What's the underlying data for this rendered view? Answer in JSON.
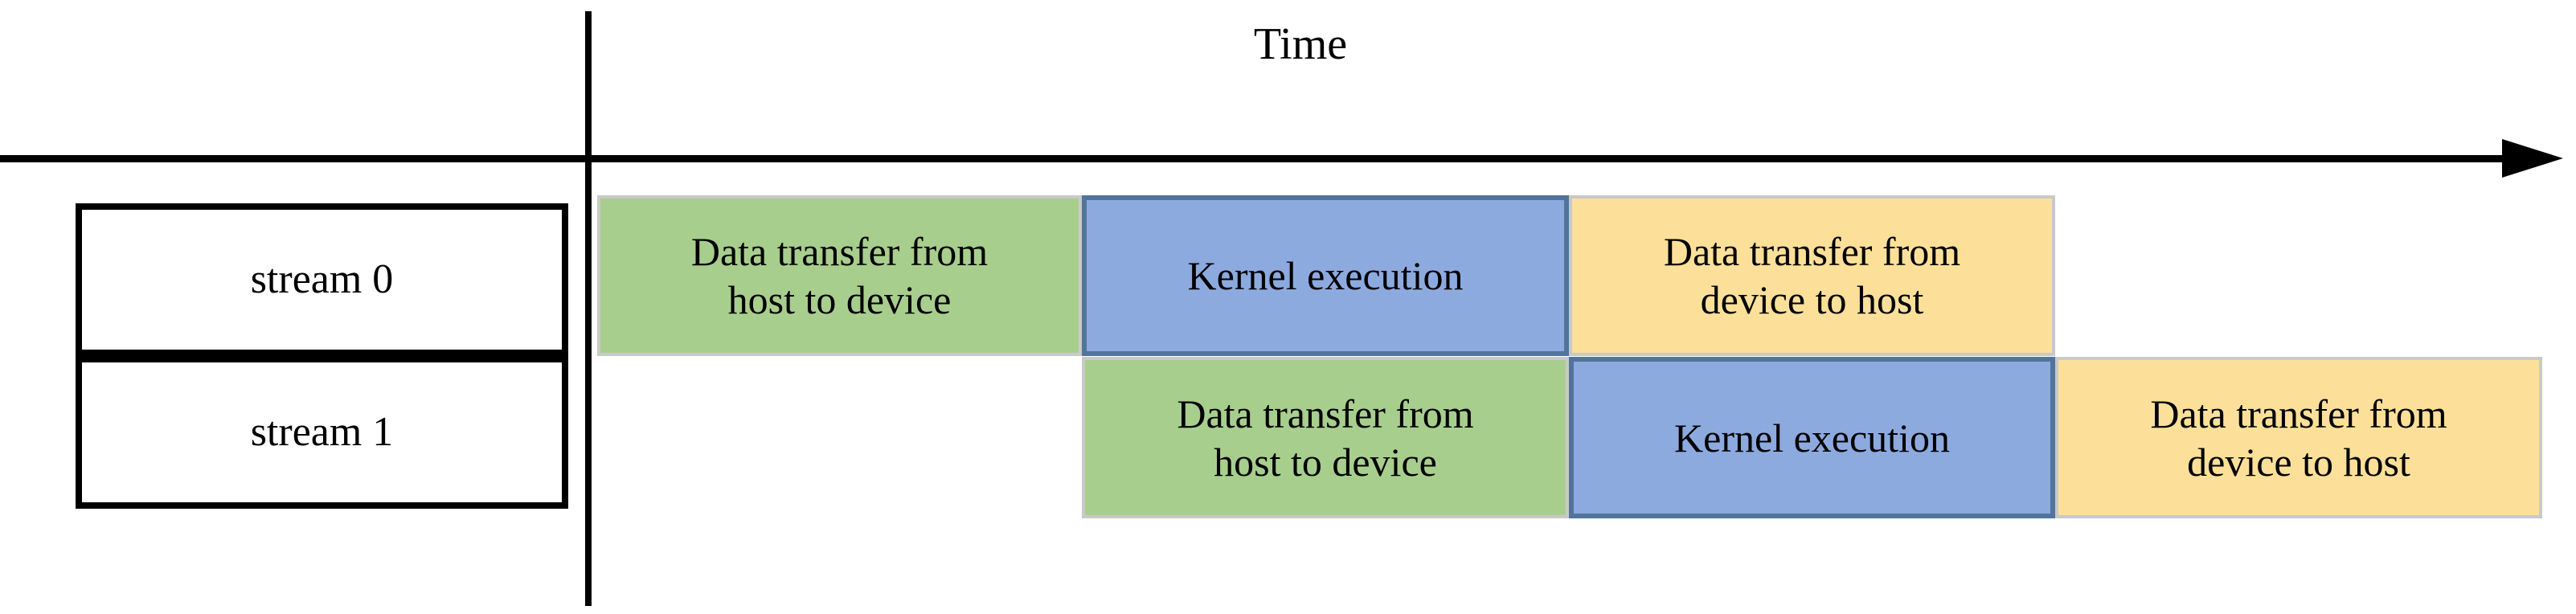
{
  "diagram": {
    "title_axis_label": "Time",
    "colors": {
      "data_transfer_h2d": "#a8ce8e",
      "kernel_execution": "#8daadf",
      "data_transfer_d2h": "#fce09a",
      "kernel_border": "#52749b",
      "transfer_border": "#c9c9c9",
      "axis": "#000000",
      "background": "#ffffff"
    },
    "streams": [
      {
        "label": "stream 0"
      },
      {
        "label": "stream 1"
      }
    ],
    "blocks": [
      {
        "stream": 0,
        "kind": "data-transfer-host-to-device",
        "label": "Data transfer from\nhost to device"
      },
      {
        "stream": 0,
        "kind": "kernel-execution",
        "label": "Kernel execution"
      },
      {
        "stream": 0,
        "kind": "data-transfer-device-to-host",
        "label": "Data transfer from\ndevice to host"
      },
      {
        "stream": 1,
        "kind": "data-transfer-host-to-device",
        "label": "Data transfer from\nhost to device"
      },
      {
        "stream": 1,
        "kind": "kernel-execution",
        "label": "Kernel execution"
      },
      {
        "stream": 1,
        "kind": "data-transfer-device-to-host",
        "label": "Data transfer from\ndevice to host"
      }
    ]
  },
  "chart_data": {
    "type": "bar",
    "title": "",
    "xlabel": "Time",
    "ylabel": "",
    "grid": false,
    "legend": "none",
    "orientation": "horizontal-gantt",
    "categories": [
      "stream 0",
      "stream 1"
    ],
    "series": [
      {
        "name": "Data transfer from host to device",
        "color": "#a8ce8e",
        "bars": [
          {
            "category": "stream 0",
            "start": 0,
            "end": 1
          },
          {
            "category": "stream 1",
            "start": 1,
            "end": 2
          }
        ]
      },
      {
        "name": "Kernel execution",
        "color": "#8daadf",
        "bars": [
          {
            "category": "stream 0",
            "start": 1,
            "end": 2
          },
          {
            "category": "stream 1",
            "start": 2,
            "end": 3
          }
        ]
      },
      {
        "name": "Data transfer from device to host",
        "color": "#fce09a",
        "bars": [
          {
            "category": "stream 0",
            "start": 2,
            "end": 3
          },
          {
            "category": "stream 1",
            "start": 3,
            "end": 4
          }
        ]
      }
    ],
    "xlim": [
      0,
      4
    ],
    "xticks": []
  }
}
